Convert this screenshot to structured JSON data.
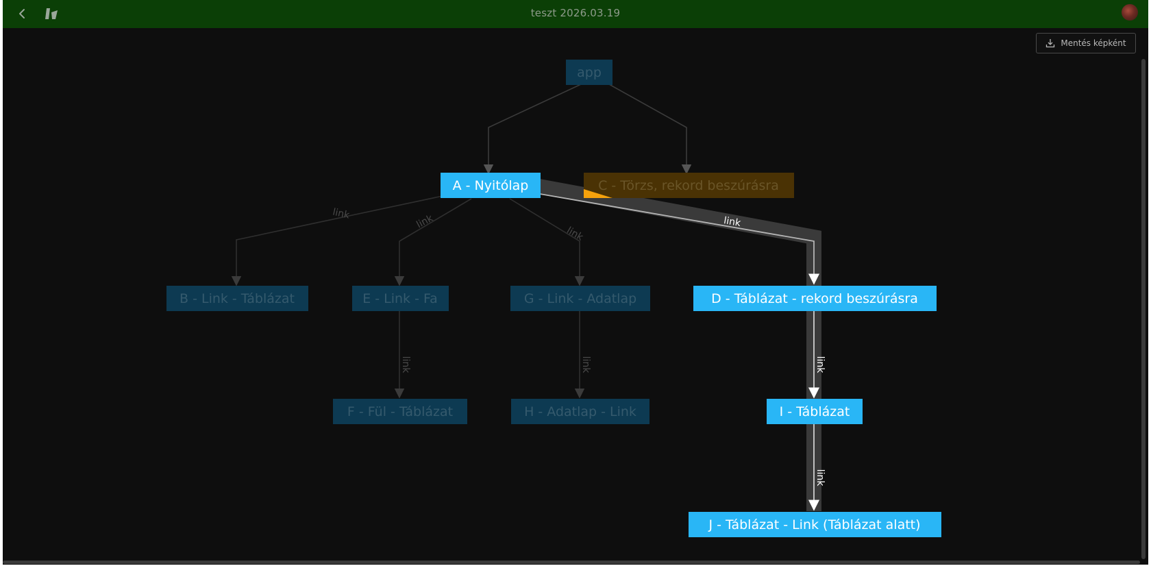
{
  "window": {
    "title": "teszt 2026.03.19"
  },
  "toolbar": {
    "save_label": "Mentés képként"
  },
  "icons": {
    "back": "chevron-left-icon",
    "logo": "app-logo-icon",
    "download": "download-icon",
    "avatar": "user-avatar"
  },
  "graph": {
    "nodes": {
      "app": "app",
      "a": "A - Nyitólap",
      "c": "C - Törzs, rekord beszúrásra",
      "b": "B - Link - Táblázat",
      "e": "E - Link - Fa",
      "g": "G - Link - Adatlap",
      "d": "D - Táblázat - rekord beszúrásra",
      "f": "F - Fül - Táblázat",
      "h": "H - Adatlap - Link",
      "i": "I - Táblázat",
      "j": "J - Táblázat - Link (Táblázat alatt)"
    },
    "edge_label": "link"
  },
  "colors": {
    "topbar": "#0b3f06",
    "node_active": "#29b6f6",
    "node_dim": "#0d3a52",
    "node_orange": "#f6a20c",
    "background": "#0e0e0e"
  }
}
